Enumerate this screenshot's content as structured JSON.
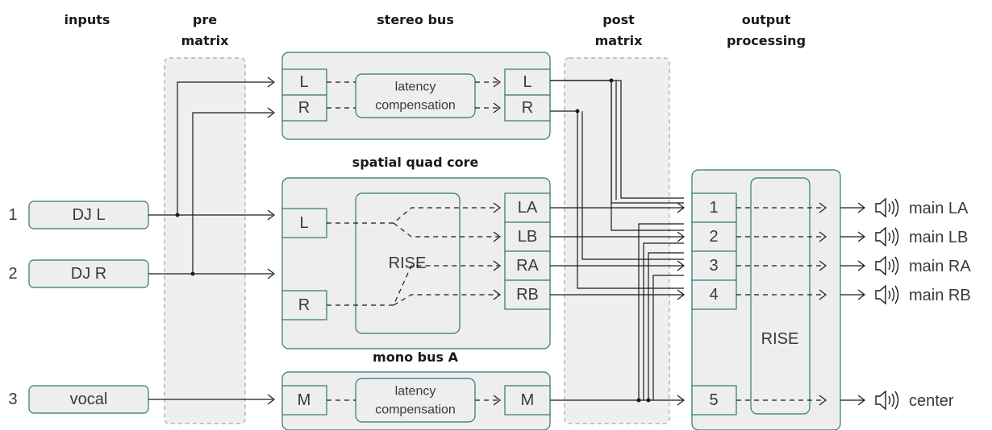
{
  "headers": {
    "inputs": "inputs",
    "pre_matrix_1": "pre",
    "pre_matrix_2": "matrix",
    "stereo_bus": "stereo bus",
    "post_matrix_1": "post",
    "post_matrix_2": "matrix",
    "output_processing_1": "output",
    "output_processing_2": "processing",
    "spatial_quad_core": "spatial quad core",
    "mono_bus_a": "mono bus A"
  },
  "inputs": [
    {
      "number": "1",
      "label": "DJ L"
    },
    {
      "number": "2",
      "label": "DJ R"
    },
    {
      "number": "3",
      "label": "vocal"
    }
  ],
  "stereo_bus": {
    "in": [
      "L",
      "R"
    ],
    "out": [
      "L",
      "R"
    ],
    "latency_1": "latency",
    "latency_2": "compensation"
  },
  "spatial_quad_core": {
    "in": [
      "L",
      "R"
    ],
    "engine": "RISE",
    "out": [
      "LA",
      "LB",
      "RA",
      "RB"
    ]
  },
  "mono_bus_a": {
    "in": "M",
    "out": "M",
    "latency_1": "latency",
    "latency_2": "compensation"
  },
  "output_processing": {
    "channels": [
      "1",
      "2",
      "3",
      "4",
      "5"
    ],
    "engine": "RISE"
  },
  "outputs": [
    "main LA",
    "main LB",
    "main RA",
    "main RB",
    "center"
  ],
  "icons": {
    "speaker": "speaker-icon"
  }
}
